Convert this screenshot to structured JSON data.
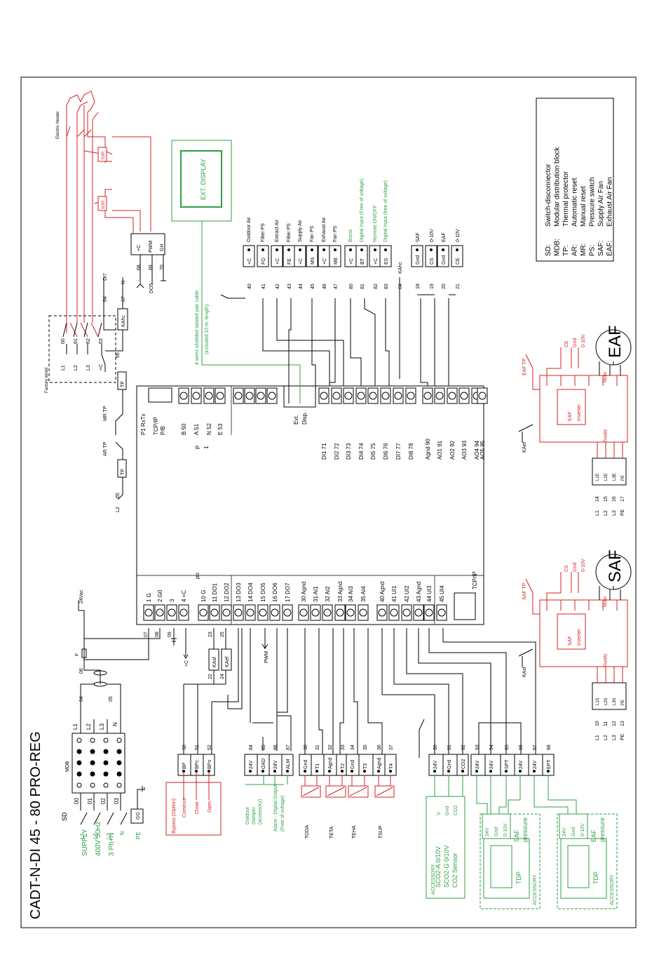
{
  "title": "CADT-N-DI 45 - 80 PRO-REG",
  "supply": {
    "line1": "SUPPLY",
    "line2": "400V 50Hz",
    "line3": "3 Ph+N"
  },
  "supply_phases": [
    "L1",
    "L2",
    "L3",
    "N"
  ],
  "pe_label": "PE",
  "sd_label": "SD",
  "sd_terminals": [
    "00",
    "01",
    "02",
    "03"
  ],
  "mdb_label": "MDB",
  "mdb_top": [
    "L1",
    "L2",
    "L3",
    "N"
  ],
  "wires_04_05": [
    "04",
    "05"
  ],
  "wire_06": "06",
  "fuse_label": "F",
  "v24vac": "24Vac",
  "plus_c": "+C",
  "gnd_wires": [
    "07",
    "08",
    "09"
  ],
  "controller": {
    "left_terminals": [
      "1 G",
      "2 G0",
      "3",
      "4 +C",
      "10 G",
      "11 DO1",
      "12 DO2",
      "13 DO3",
      "14 DO4",
      "15 DO5",
      "16 DO6",
      "17 DO7",
      "30 Agnd",
      "31 AI1",
      "32 AI2",
      "33 Agnd",
      "34 AI3",
      "35 AI4",
      "40 Agnd",
      "41 UI1",
      "42 UI2",
      "43 Agnd",
      "44 UI3",
      "45 UI4"
    ],
    "po_label": "po",
    "tcpip_port": "TCP/IP",
    "right_top": [
      "P1 RxTx",
      "TCP/IP",
      "P/B"
    ],
    "bus_terminals": [
      "B 50",
      "A 51",
      "N 52",
      "E 53"
    ],
    "bus_side": [
      "P",
      "1"
    ],
    "ext_disp": [
      "Ext.",
      "Disp."
    ],
    "di_terminals": [
      "DI1 71",
      "DI2 72",
      "DI3 73",
      "DI4 74",
      "DI5 75",
      "DI6 76",
      "DI7 77",
      "DI8 78"
    ],
    "ao_terminals": [
      "Agnd 90",
      "AO1 91",
      "AO2 92",
      "AO3 93",
      "AO4 94",
      "AO5 95"
    ]
  },
  "kasf_pair": {
    "w23": "23",
    "w25": "25",
    "w22": "22",
    "w24": "24",
    "k1": "KAsf",
    "k2": "KAef"
  },
  "pwm_label": "PWM",
  "bypass": {
    "terms": [
      "50",
      "51",
      "52"
    ],
    "labels": [
      "BP",
      "BPc",
      "BPo"
    ],
    "text": [
      "Common",
      "Close",
      "Open"
    ],
    "title": "Bypass (Option)"
  },
  "damper": {
    "terms": [
      "84",
      "85",
      "86",
      "87"
    ],
    "labels": [
      "24V",
      "OAD",
      "24V",
      "ALM"
    ],
    "text1": "Outdoor Damper (accessory)",
    "text2": "Alarm - Digital Output (Free of voltage)"
  },
  "sensors": {
    "terms": [
      "30",
      "31",
      "32",
      "33",
      "34",
      "35",
      "36",
      "37"
    ],
    "labels": [
      "Gnd",
      "T1",
      "Agnd",
      "T2",
      "Gnd",
      "T3",
      "Agnd",
      "T4"
    ],
    "names": [
      "TODA",
      "TETA",
      "TEHA",
      "TSUP"
    ]
  },
  "co2": {
    "terms": [
      "90",
      "91",
      "92"
    ],
    "labels": [
      "24V",
      "Gnd",
      "CO2"
    ],
    "box": [
      "SCO2-A 0/10V",
      "SCO2-G 0/10V",
      "CO2 Sensor"
    ],
    "box2": [
      "V-",
      "Gnd",
      "CO2"
    ],
    "acc": "ACCESSORY"
  },
  "tdp": {
    "terms": [
      "93",
      "94",
      "95",
      "96",
      "97",
      "98"
    ],
    "labels": [
      "24V",
      "24V",
      "SPT",
      "24V",
      "24V",
      "EPT"
    ],
    "t1": [
      "24V",
      "Gnd",
      "0-10V"
    ],
    "t2": "SAF pressure",
    "t3": "EAF pressure",
    "box": "TDP",
    "acc": "ACCESSORY"
  },
  "heater": {
    "label": "Electric Heater",
    "ssr": [
      "SSR",
      "SSR"
    ],
    "terms": [
      "68",
      "69",
      "70"
    ],
    "labels": [
      "+C",
      "PWM",
      "GH"
    ],
    "do5": "DO5",
    "di7": "DI7",
    "n": "N",
    "w64": "64",
    "w67": "67",
    "kahc": "KAhc"
  },
  "factory": {
    "label": "Factory wired",
    "terms": [
      "60",
      "61",
      "62",
      "63",
      "66"
    ],
    "labels": [
      "L1",
      "L2",
      "L3",
      "+C"
    ],
    "tp": "TP",
    "w65": "65",
    "l2": "L2",
    "mrtp": "MR TP",
    "artp": "AR TP"
  },
  "ext_display": {
    "box": "EXT. DISPLAY",
    "cable": "4 wires shielded twisted pair cable",
    "cable2": "(included 10 m. length)"
  },
  "digital": {
    "terms": [
      "40",
      "41",
      "42",
      "43",
      "44",
      "45",
      "46",
      "47",
      "80",
      "81",
      "82",
      "83",
      "64"
    ],
    "labels": [
      "+C",
      "FO",
      "+C",
      "FE",
      "+C",
      "MS",
      "+C",
      "ME",
      "+C",
      "BT",
      "+C",
      "ES",
      "KAhc"
    ],
    "text": [
      "Outdoor Air",
      "Filter PS",
      "Extract Air",
      "Filter PS",
      "Supply Air",
      "Fan PS",
      "Exhaust Air",
      "Fan PS",
      "Boost",
      "Digital Input (Free of voltage)",
      "Remote ON/OFF",
      "Digital Input (free of voltage)"
    ]
  },
  "fan_terms": {
    "terms": [
      "18",
      "19",
      "20",
      "21"
    ],
    "labels": [
      "Gnd",
      "CS",
      "Gnd",
      "CE"
    ],
    "text": [
      "SAF",
      "0-10V",
      "EAF",
      "0-10V"
    ]
  },
  "fans": {
    "saf": "SAF",
    "eaf": "EAF",
    "inv_saf": [
      "SAF",
      "Inverter"
    ],
    "inv_eaf": [
      "EAF",
      "Inverter"
    ],
    "supply": "Supply",
    "motor": "Motor",
    "saf_tp": "SAF TP",
    "eaf_tp": "EAF TP",
    "cs": "CS",
    "gnd": "Gnd",
    "ce": "CE",
    "v010": "0-10V",
    "kasf": "KAsf",
    "kaef": "KAef",
    "saf_terms": [
      "10",
      "11",
      "12",
      "13"
    ],
    "eaf_terms": [
      "14",
      "15",
      "16",
      "17"
    ],
    "saf_tlabels": [
      "L1S",
      "L2S",
      "L3S",
      "PE"
    ],
    "eaf_tlabels": [
      "L1E",
      "L2E",
      "L3E",
      "PE"
    ],
    "lines": [
      "L1",
      "L2",
      "L3",
      "PE"
    ]
  },
  "legend": [
    {
      "k": "SD:",
      "v": "Switch-disconnector"
    },
    {
      "k": "MDB:",
      "v": "Modular distribution block"
    },
    {
      "k": "TP:",
      "v": "Thermal protector"
    },
    {
      "k": "AR:",
      "v": "Automatic reset"
    },
    {
      "k": "MR:",
      "v": "Manual reset"
    },
    {
      "k": "PS:",
      "v": "Pressure switch"
    },
    {
      "k": "SAF:",
      "v": "Supply Air Fan"
    },
    {
      "k": "EAF:",
      "v": "Exhaust Air Fan"
    }
  ],
  "colors": {
    "line": "#000000",
    "red": "#d42020",
    "green": "#2ea043"
  }
}
